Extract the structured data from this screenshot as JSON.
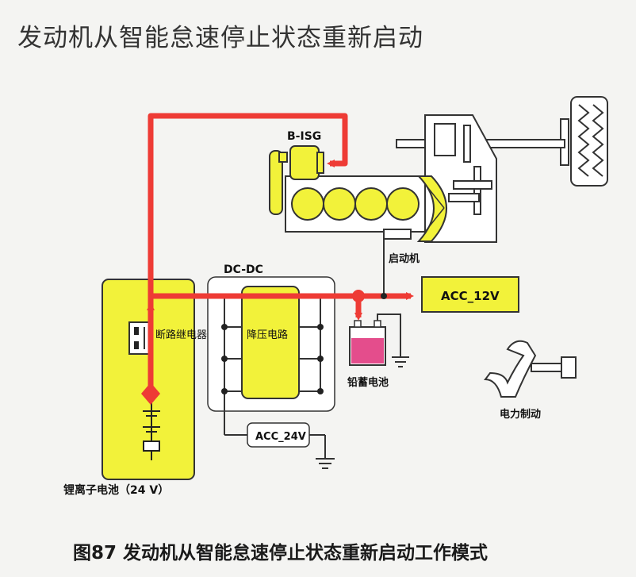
{
  "title": "发动机从智能怠速停止状态重新启动",
  "caption": "图87  发动机从智能怠速停止状态重新启动工作模式",
  "labels": {
    "bisg": "B-ISG",
    "starter": "启动机",
    "dcdc": "DC-DC",
    "buck": "降压电路",
    "acc12": "ACC_12V",
    "acc24": "ACC_24V",
    "relay": "断路继电器",
    "lead_battery": "铅蓄电池",
    "power_brake": "电力制动",
    "li_battery": "锂离子电池（24 V）"
  },
  "colors": {
    "yellow": "#f2f23a",
    "red": "#ee3b35",
    "line": "#333333",
    "battery_fill": "#e44d8c"
  }
}
